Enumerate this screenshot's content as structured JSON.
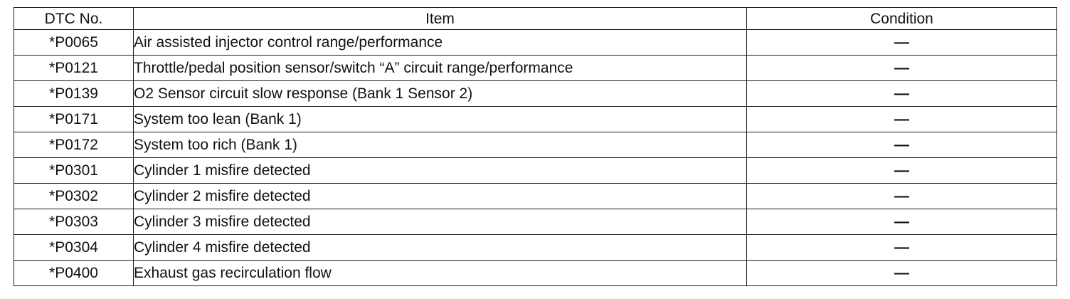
{
  "table": {
    "headers": {
      "dtc": "DTC No.",
      "item": "Item",
      "condition": "Condition"
    },
    "rows": [
      {
        "dtc": "*P0065",
        "item": "Air assisted injector control range/performance",
        "condition": "—"
      },
      {
        "dtc": "*P0121",
        "item": "Throttle/pedal position sensor/switch “A” circuit range/performance",
        "condition": "—"
      },
      {
        "dtc": "*P0139",
        "item": "O2 Sensor circuit slow response (Bank 1 Sensor 2)",
        "condition": "—"
      },
      {
        "dtc": "*P0171",
        "item": "System too lean (Bank 1)",
        "condition": "—"
      },
      {
        "dtc": "*P0172",
        "item": "System too rich (Bank 1)",
        "condition": "—"
      },
      {
        "dtc": "*P0301",
        "item": "Cylinder 1 misfire detected",
        "condition": "—"
      },
      {
        "dtc": "*P0302",
        "item": "Cylinder 2 misfire detected",
        "condition": "—"
      },
      {
        "dtc": "*P0303",
        "item": "Cylinder 3 misfire detected",
        "condition": "—"
      },
      {
        "dtc": "*P0304",
        "item": "Cylinder 4 misfire detected",
        "condition": "—"
      },
      {
        "dtc": "*P0400",
        "item": "Exhaust gas recirculation flow",
        "condition": "—"
      }
    ]
  }
}
